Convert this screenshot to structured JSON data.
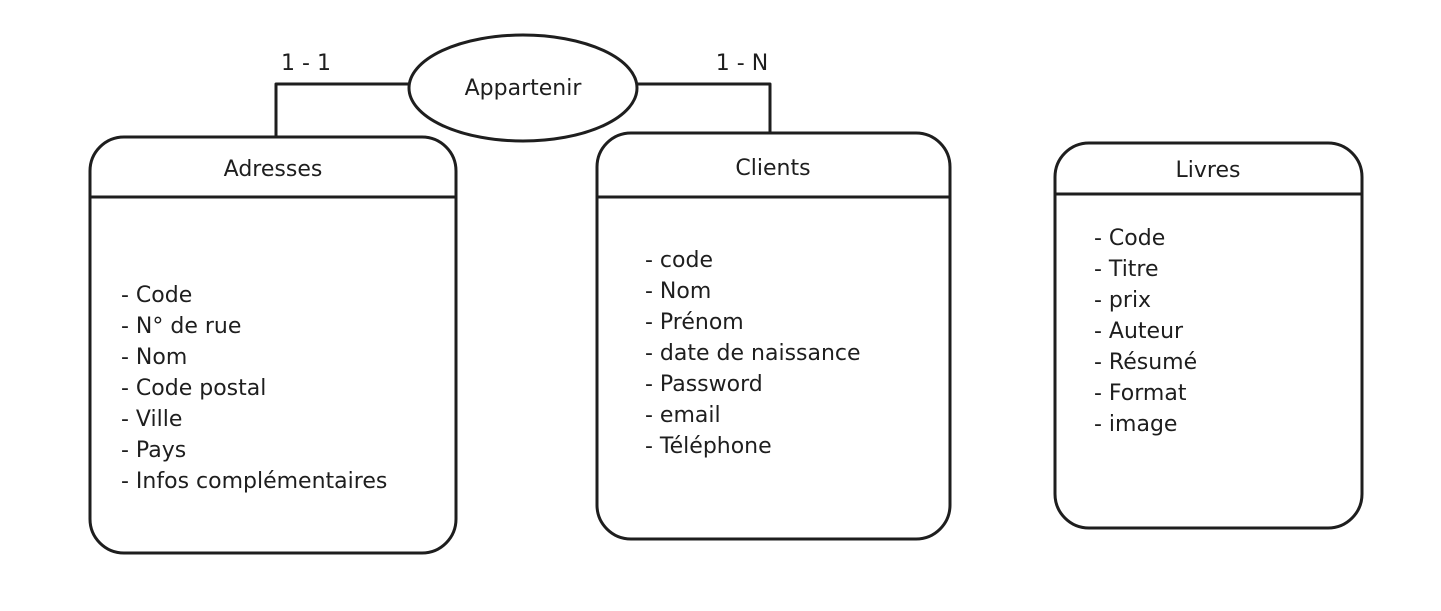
{
  "relationship": {
    "label": "Appartenir",
    "left_cardinality": "1 - 1",
    "right_cardinality": "1 - N"
  },
  "entities": [
    {
      "title": "Adresses",
      "attributes": [
        "- Code",
        "- N° de rue",
        "- Nom",
        "- Code postal",
        "- Ville",
        "- Pays",
        "- Infos complémentaires"
      ]
    },
    {
      "title": "Clients",
      "attributes": [
        "- code",
        "- Nom",
        "- Prénom",
        "- date de naissance",
        "- Password",
        "- email",
        "- Téléphone"
      ]
    },
    {
      "title": "Livres",
      "attributes": [
        "- Code",
        "- Titre",
        "- prix",
        "- Auteur",
        "- Résumé",
        "- Format",
        "- image"
      ]
    }
  ],
  "colors": {
    "ink": "#1e1e1e",
    "background": "#ffffff"
  }
}
